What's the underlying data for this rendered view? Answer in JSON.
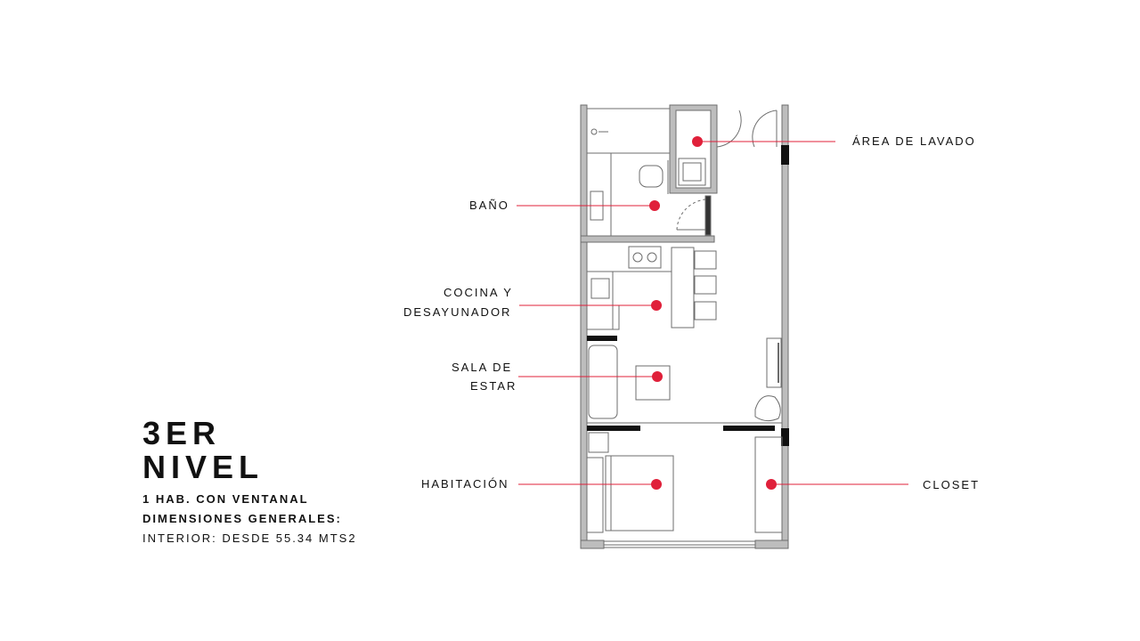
{
  "level": {
    "line1": "3ER",
    "line2": "NIVEL"
  },
  "info": {
    "line1": "1 HAB. CON VENTANAL",
    "line2": "DIMENSIONES GENERALES:",
    "line3": "INTERIOR: DESDE 55.34 MTS2"
  },
  "labels": {
    "lavado": "ÁREA DE LAVADO",
    "bano": "BAÑO",
    "cocina_1": "COCINA Y",
    "cocina_2": "DESAYUNADOR",
    "sala_1": "SALA DE",
    "sala_2": "ESTAR",
    "habitacion": "HABITACIÓN",
    "closet": "CLOSET"
  },
  "colors": {
    "accent": "#e0203a",
    "wall": "#8a8a8a",
    "line": "#555555",
    "text": "#111111"
  }
}
